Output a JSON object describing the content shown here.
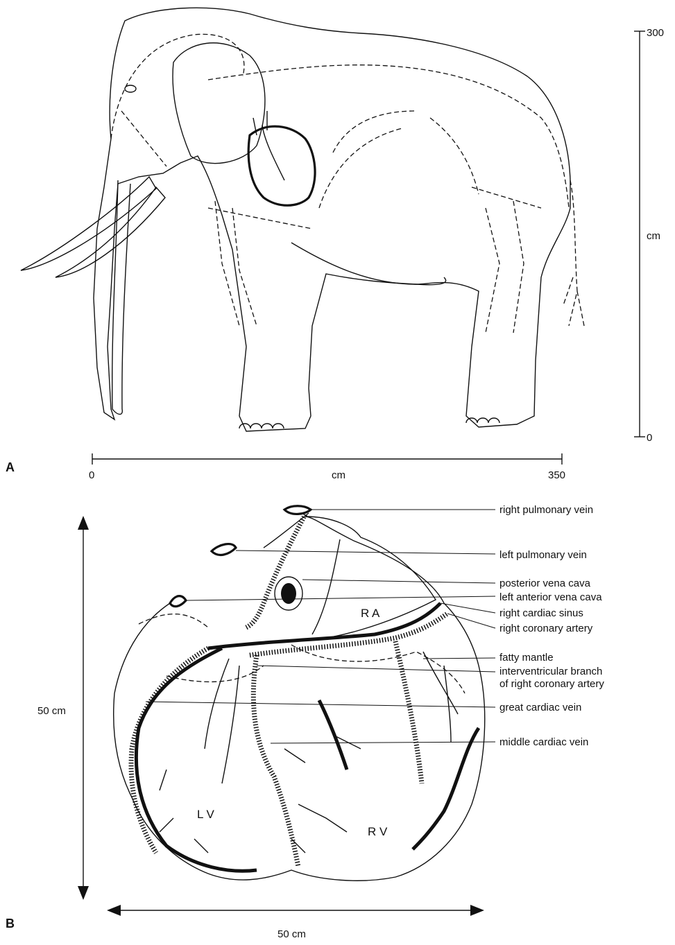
{
  "panel_a": {
    "label": "A",
    "x_axis": {
      "start": "0",
      "end": "350",
      "unit": "cm"
    },
    "y_axis": {
      "top": "300",
      "bottom": "0",
      "unit": "cm"
    }
  },
  "panel_b": {
    "label": "B",
    "height_label": "50 cm",
    "width_label": "50 cm",
    "chamber_labels": {
      "ra": "R A",
      "lv": "L V",
      "rv": "R V"
    },
    "callouts": [
      "right pulmonary vein",
      "left pulmonary vein",
      "posterior vena cava",
      "left anterior vena cava",
      "right cardiac sinus",
      "right coronary artery",
      "fatty mantle",
      "interventricular branch",
      "of right coronary artery",
      "great cardiac vein",
      "middle cardiac vein"
    ]
  }
}
